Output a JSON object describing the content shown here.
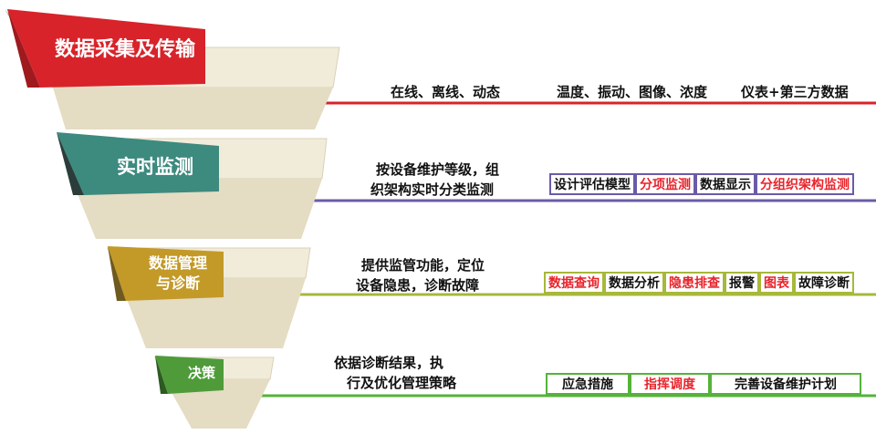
{
  "tiers": [
    {
      "label": "数据采集及传输",
      "description_lines": [
        "在线、离线、动态"
      ],
      "items": [
        {
          "text": "温度、振动、图像、浓度",
          "highlight": false
        },
        {
          "text": "仪表+第三方数据",
          "highlight": false
        }
      ]
    },
    {
      "label": "实时监测",
      "description_lines": [
        "按设备维护等级，组",
        "织架构实时分类监测"
      ],
      "items": [
        {
          "text": "设计评估模型",
          "highlight": false
        },
        {
          "text": "分项监测",
          "highlight": true
        },
        {
          "text": "数据显示",
          "highlight": false
        },
        {
          "text": "分组织架构监测",
          "highlight": true
        }
      ]
    },
    {
      "label_lines": [
        "数据管理",
        "与诊断"
      ],
      "description_lines": [
        "提供监管功能，定位",
        "设备隐患，诊断故障"
      ],
      "items": [
        {
          "text": "数据查询",
          "highlight": true
        },
        {
          "text": "数据分析",
          "highlight": false
        },
        {
          "text": "隐患排查",
          "highlight": true
        },
        {
          "text": "报警",
          "highlight": false
        },
        {
          "text": "图表",
          "highlight": true
        },
        {
          "text": "故障诊断",
          "highlight": false
        }
      ]
    },
    {
      "label": "决策",
      "description_lines": [
        "依据诊断结果，执",
        "行及优化管理策略"
      ],
      "items": [
        {
          "text": "应急措施",
          "highlight": false
        },
        {
          "text": "指挥调度",
          "highlight": true
        },
        {
          "text": "完善设备维护计划",
          "highlight": false
        }
      ]
    }
  ],
  "colors": {
    "tier1": "#d8232a",
    "tier2": "#3d8a7f",
    "tier3": "#c39a28",
    "tier4": "#4f9b3a",
    "line1": "#d8232a",
    "line2": "#6b5aa8",
    "line3": "#a7b83b",
    "line4": "#55b33a",
    "highlight_text": "#e8242b",
    "funnel_face": "#f1ecda",
    "funnel_shade": "#cfc7ad"
  }
}
